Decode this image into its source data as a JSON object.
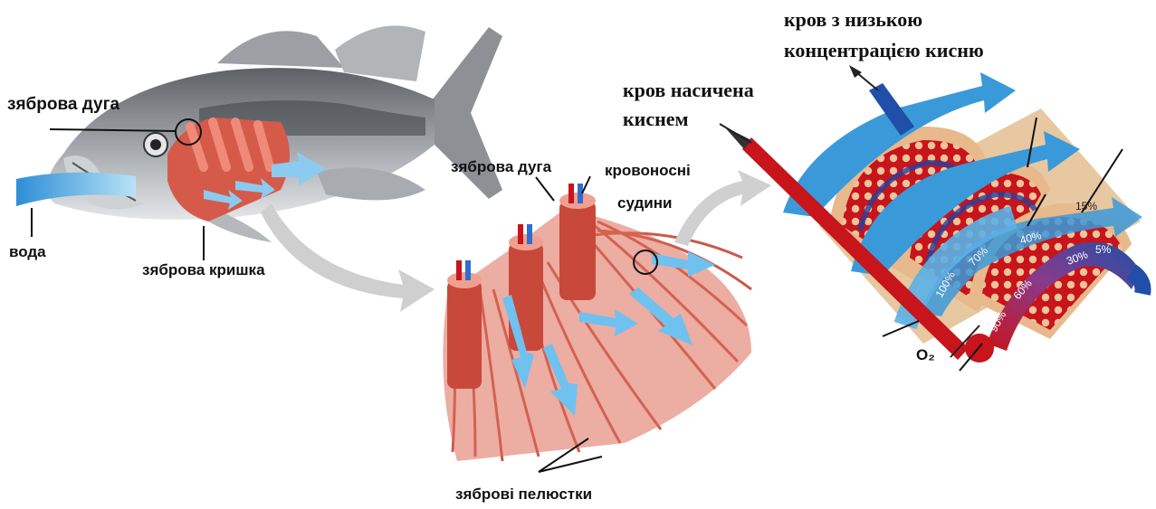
{
  "labels": {
    "gill_arch_fish": "зяброва дуга",
    "water": "вода",
    "gill_cover": "зяброва кришка",
    "gill_arch_detail": "зяброва дуга",
    "blood_vessels_line1": "кровоносні",
    "blood_vessels_line2": "судини",
    "gill_filaments": "зяброві пелюстки",
    "oxygenated_line1": "кров насичена",
    "oxygenated_line2": "киснем",
    "low_oxygen_line1": "кров з низькою",
    "low_oxygen_line2": "концентрацією кисню",
    "oxygen_symbol": "O₂"
  },
  "water_percent_labels": [
    "100%",
    "70%",
    "40%",
    "15%"
  ],
  "blood_percent_labels": [
    "90%",
    "60%",
    "30%",
    "5%"
  ],
  "colors": {
    "water": "#3a9ad9",
    "water_light": "#9fd3f2",
    "blood_oxygenated": "#c8141b",
    "blood_deoxygenated": "#1f4fa8",
    "filament": "#d9604a",
    "fish_body": "#8a8d91"
  }
}
